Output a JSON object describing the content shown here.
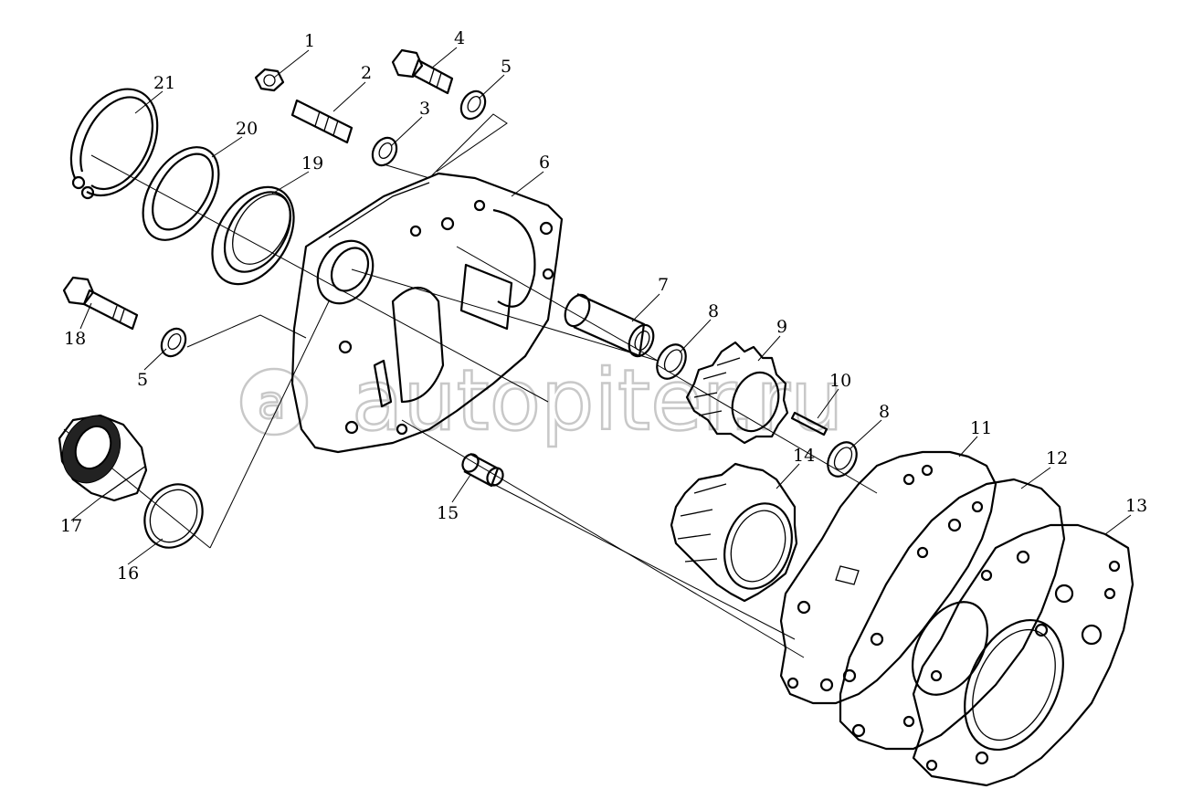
{
  "watermark": {
    "text": "autopiter.ru"
  },
  "callouts": [
    {
      "id": "1",
      "label": "1"
    },
    {
      "id": "2",
      "label": "2"
    },
    {
      "id": "3",
      "label": "3"
    },
    {
      "id": "4",
      "label": "4"
    },
    {
      "id": "5a",
      "label": "5"
    },
    {
      "id": "6",
      "label": "6"
    },
    {
      "id": "7",
      "label": "7"
    },
    {
      "id": "8a",
      "label": "8"
    },
    {
      "id": "9",
      "label": "9"
    },
    {
      "id": "10",
      "label": "10"
    },
    {
      "id": "8b",
      "label": "8"
    },
    {
      "id": "11",
      "label": "11"
    },
    {
      "id": "12",
      "label": "12"
    },
    {
      "id": "13",
      "label": "13"
    },
    {
      "id": "14",
      "label": "14"
    },
    {
      "id": "15",
      "label": "15"
    },
    {
      "id": "16",
      "label": "16"
    },
    {
      "id": "17",
      "label": "17"
    },
    {
      "id": "18",
      "label": "18"
    },
    {
      "id": "5b",
      "label": "5"
    },
    {
      "id": "19",
      "label": "19"
    },
    {
      "id": "20",
      "label": "20"
    },
    {
      "id": "21",
      "label": "21"
    }
  ]
}
